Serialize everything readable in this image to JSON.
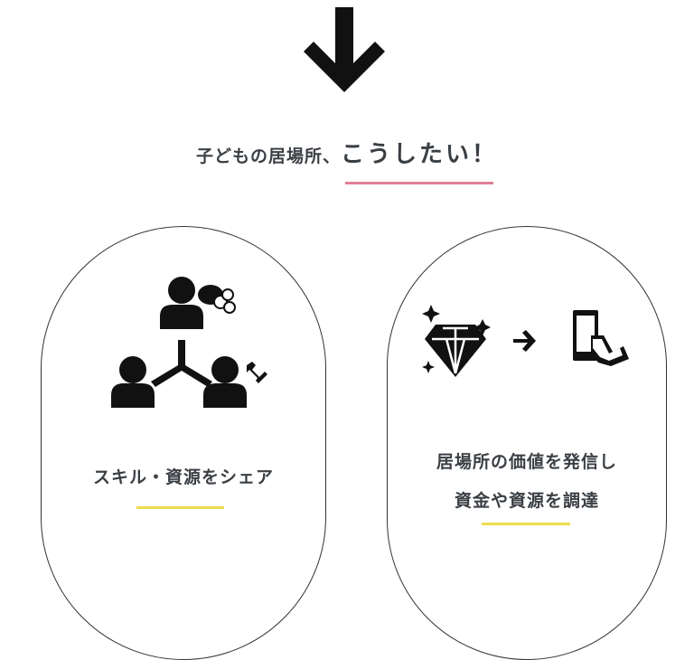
{
  "heading": {
    "prefix": "子どもの居場所、",
    "emphasis": "こうしたい！"
  },
  "cards": [
    {
      "label_lines": [
        "スキル・資源をシェア"
      ]
    },
    {
      "label_lines": [
        "居場所の価値を発信し",
        "資金や資源を調達"
      ]
    }
  ],
  "colors": {
    "pink": "#e07f95",
    "yellow": "#f0dc50",
    "text": "#3a3f44"
  }
}
